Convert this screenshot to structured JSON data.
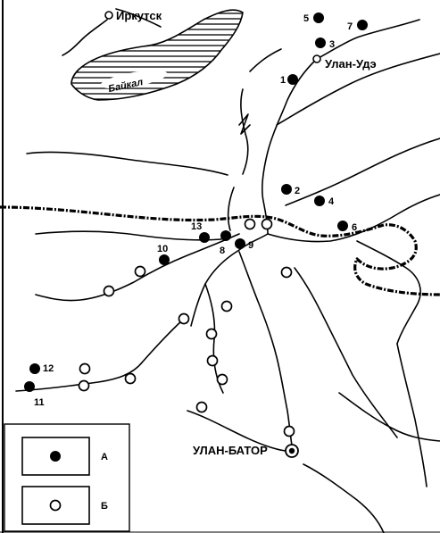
{
  "cities": [
    {
      "id": "irkutsk",
      "label": "Иркутск"
    },
    {
      "id": "ulan-ude",
      "label": "Улан-Удэ"
    },
    {
      "id": "ulan-bator",
      "label": "УЛАН-БАТОР"
    }
  ],
  "lake": {
    "label": "Байкал"
  },
  "sites_a": [
    "1",
    "2",
    "3",
    "4",
    "5",
    "6",
    "7",
    "8",
    "9",
    "10",
    "11",
    "12",
    "13"
  ],
  "legend": {
    "a_label": "А",
    "b_label": "Б"
  },
  "colors": {
    "ink": "#000000",
    "paper": "#ffffff"
  }
}
